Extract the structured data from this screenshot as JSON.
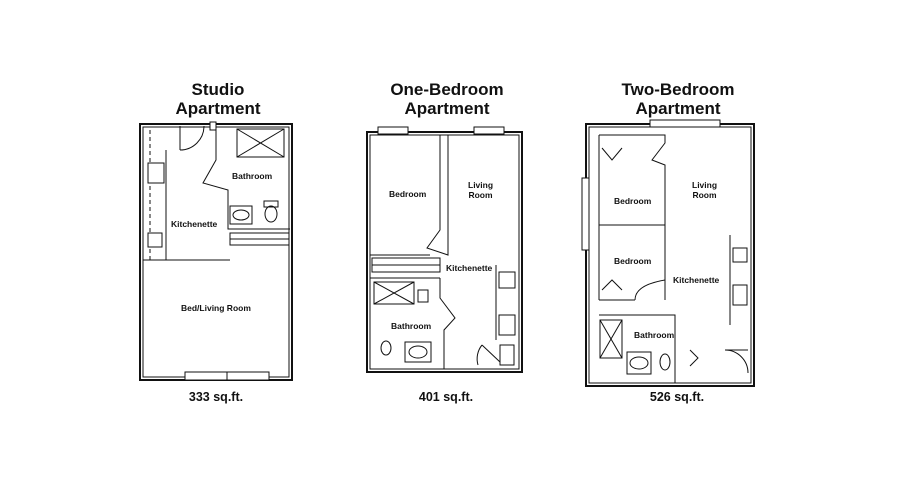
{
  "plans": [
    {
      "title_line1": "Studio",
      "title_line2": "Apartment",
      "area": "333 sq.ft.",
      "rooms": {
        "bathroom": "Bathroom",
        "kitchenette": "Kitchenette",
        "bed_living": "Bed/Living Room"
      }
    },
    {
      "title_line1": "One-Bedroom",
      "title_line2": "Apartment",
      "area": "401 sq.ft.",
      "rooms": {
        "bedroom": "Bedroom",
        "living_line1": "Living",
        "living_line2": "Room",
        "kitchenette": "Kitchenette",
        "bathroom": "Bathroom"
      }
    },
    {
      "title_line1": "Two-Bedroom",
      "title_line2": "Apartment",
      "area": "526 sq.ft.",
      "rooms": {
        "bedroom_1": "Bedroom",
        "bedroom_2": "Bedroom",
        "living_line1": "Living",
        "living_line2": "Room",
        "kitchenette": "Kitchenette",
        "bathroom": "Bathroom"
      }
    }
  ]
}
